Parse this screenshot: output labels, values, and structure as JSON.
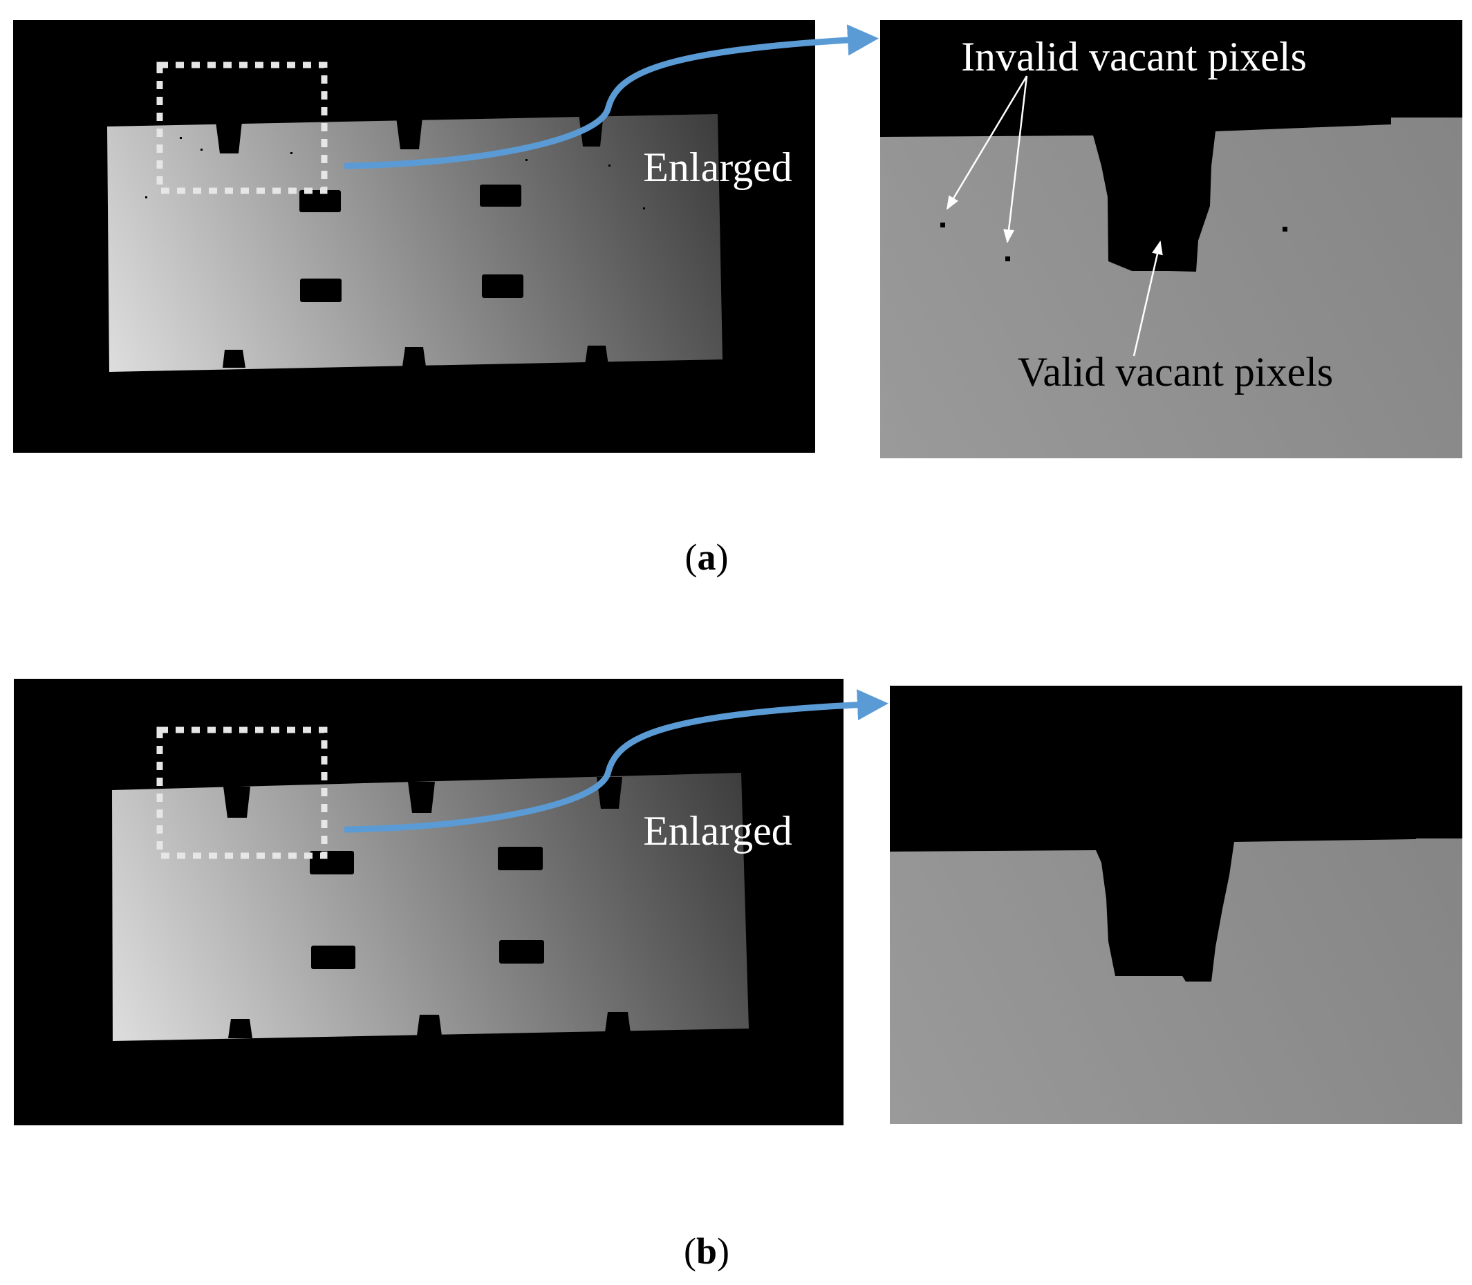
{
  "panels": [
    {
      "id": "a",
      "caption_letter": "a",
      "enlarged_label": "Enlarged",
      "annotation_invalid": "Invalid vacant pixels",
      "annotation_valid": "Valid vacant pixels"
    },
    {
      "id": "b",
      "caption_letter": "b",
      "enlarged_label": "Enlarged"
    }
  ],
  "colors": {
    "background": "#000000",
    "arrow": "#5b9bd5",
    "part_light": "#dedede",
    "part_dark": "#3c3c3c",
    "zoom_gray": "#8e8e8e",
    "dashed_box": "#e6e6e6",
    "label_text": "#ffffff",
    "caption_text": "#000000"
  }
}
